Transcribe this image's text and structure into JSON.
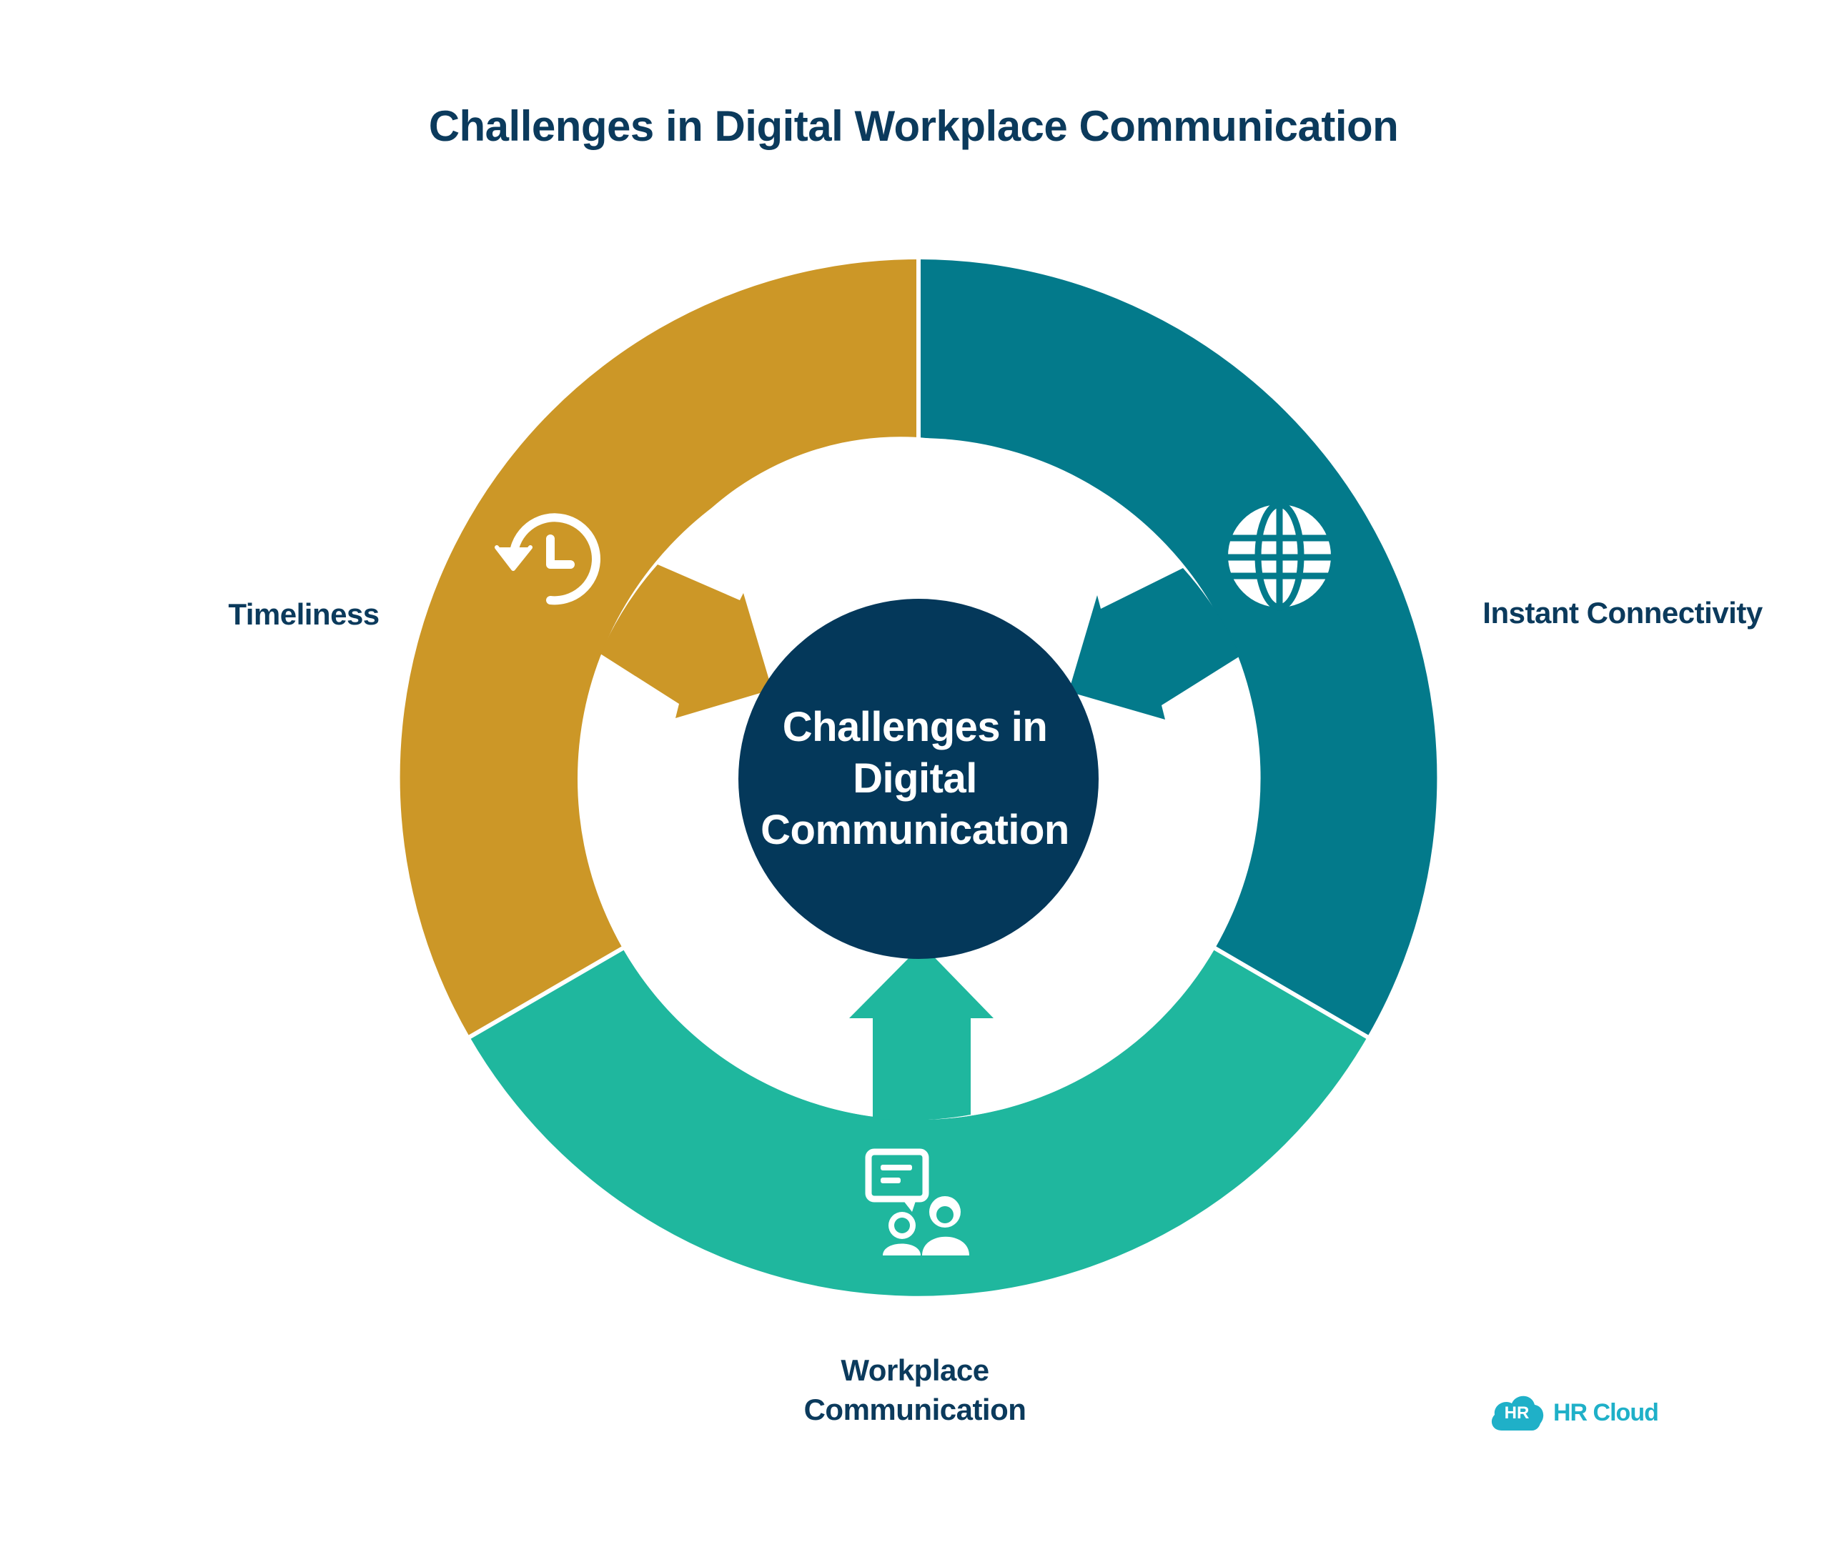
{
  "title": "Challenges in Digital Workplace Communication",
  "hub": {
    "line1": "Challenges in",
    "line2": "Digital",
    "line3": "Communication",
    "color": "#04385a"
  },
  "segments": [
    {
      "id": "timeliness",
      "label": "Timeliness",
      "color": "#cc9727",
      "icon": "history-clock-icon"
    },
    {
      "id": "instant-connectivity",
      "label": "Instant Connectivity",
      "color": "#037a8b",
      "icon": "globe-icon"
    },
    {
      "id": "workplace-communication",
      "label_line1": "Workplace",
      "label_line2": "Communication",
      "color": "#1fb79e",
      "icon": "people-chat-icon"
    }
  ],
  "logo": {
    "badge": "HR",
    "text": "HR Cloud",
    "color": "#1fb0c8"
  }
}
